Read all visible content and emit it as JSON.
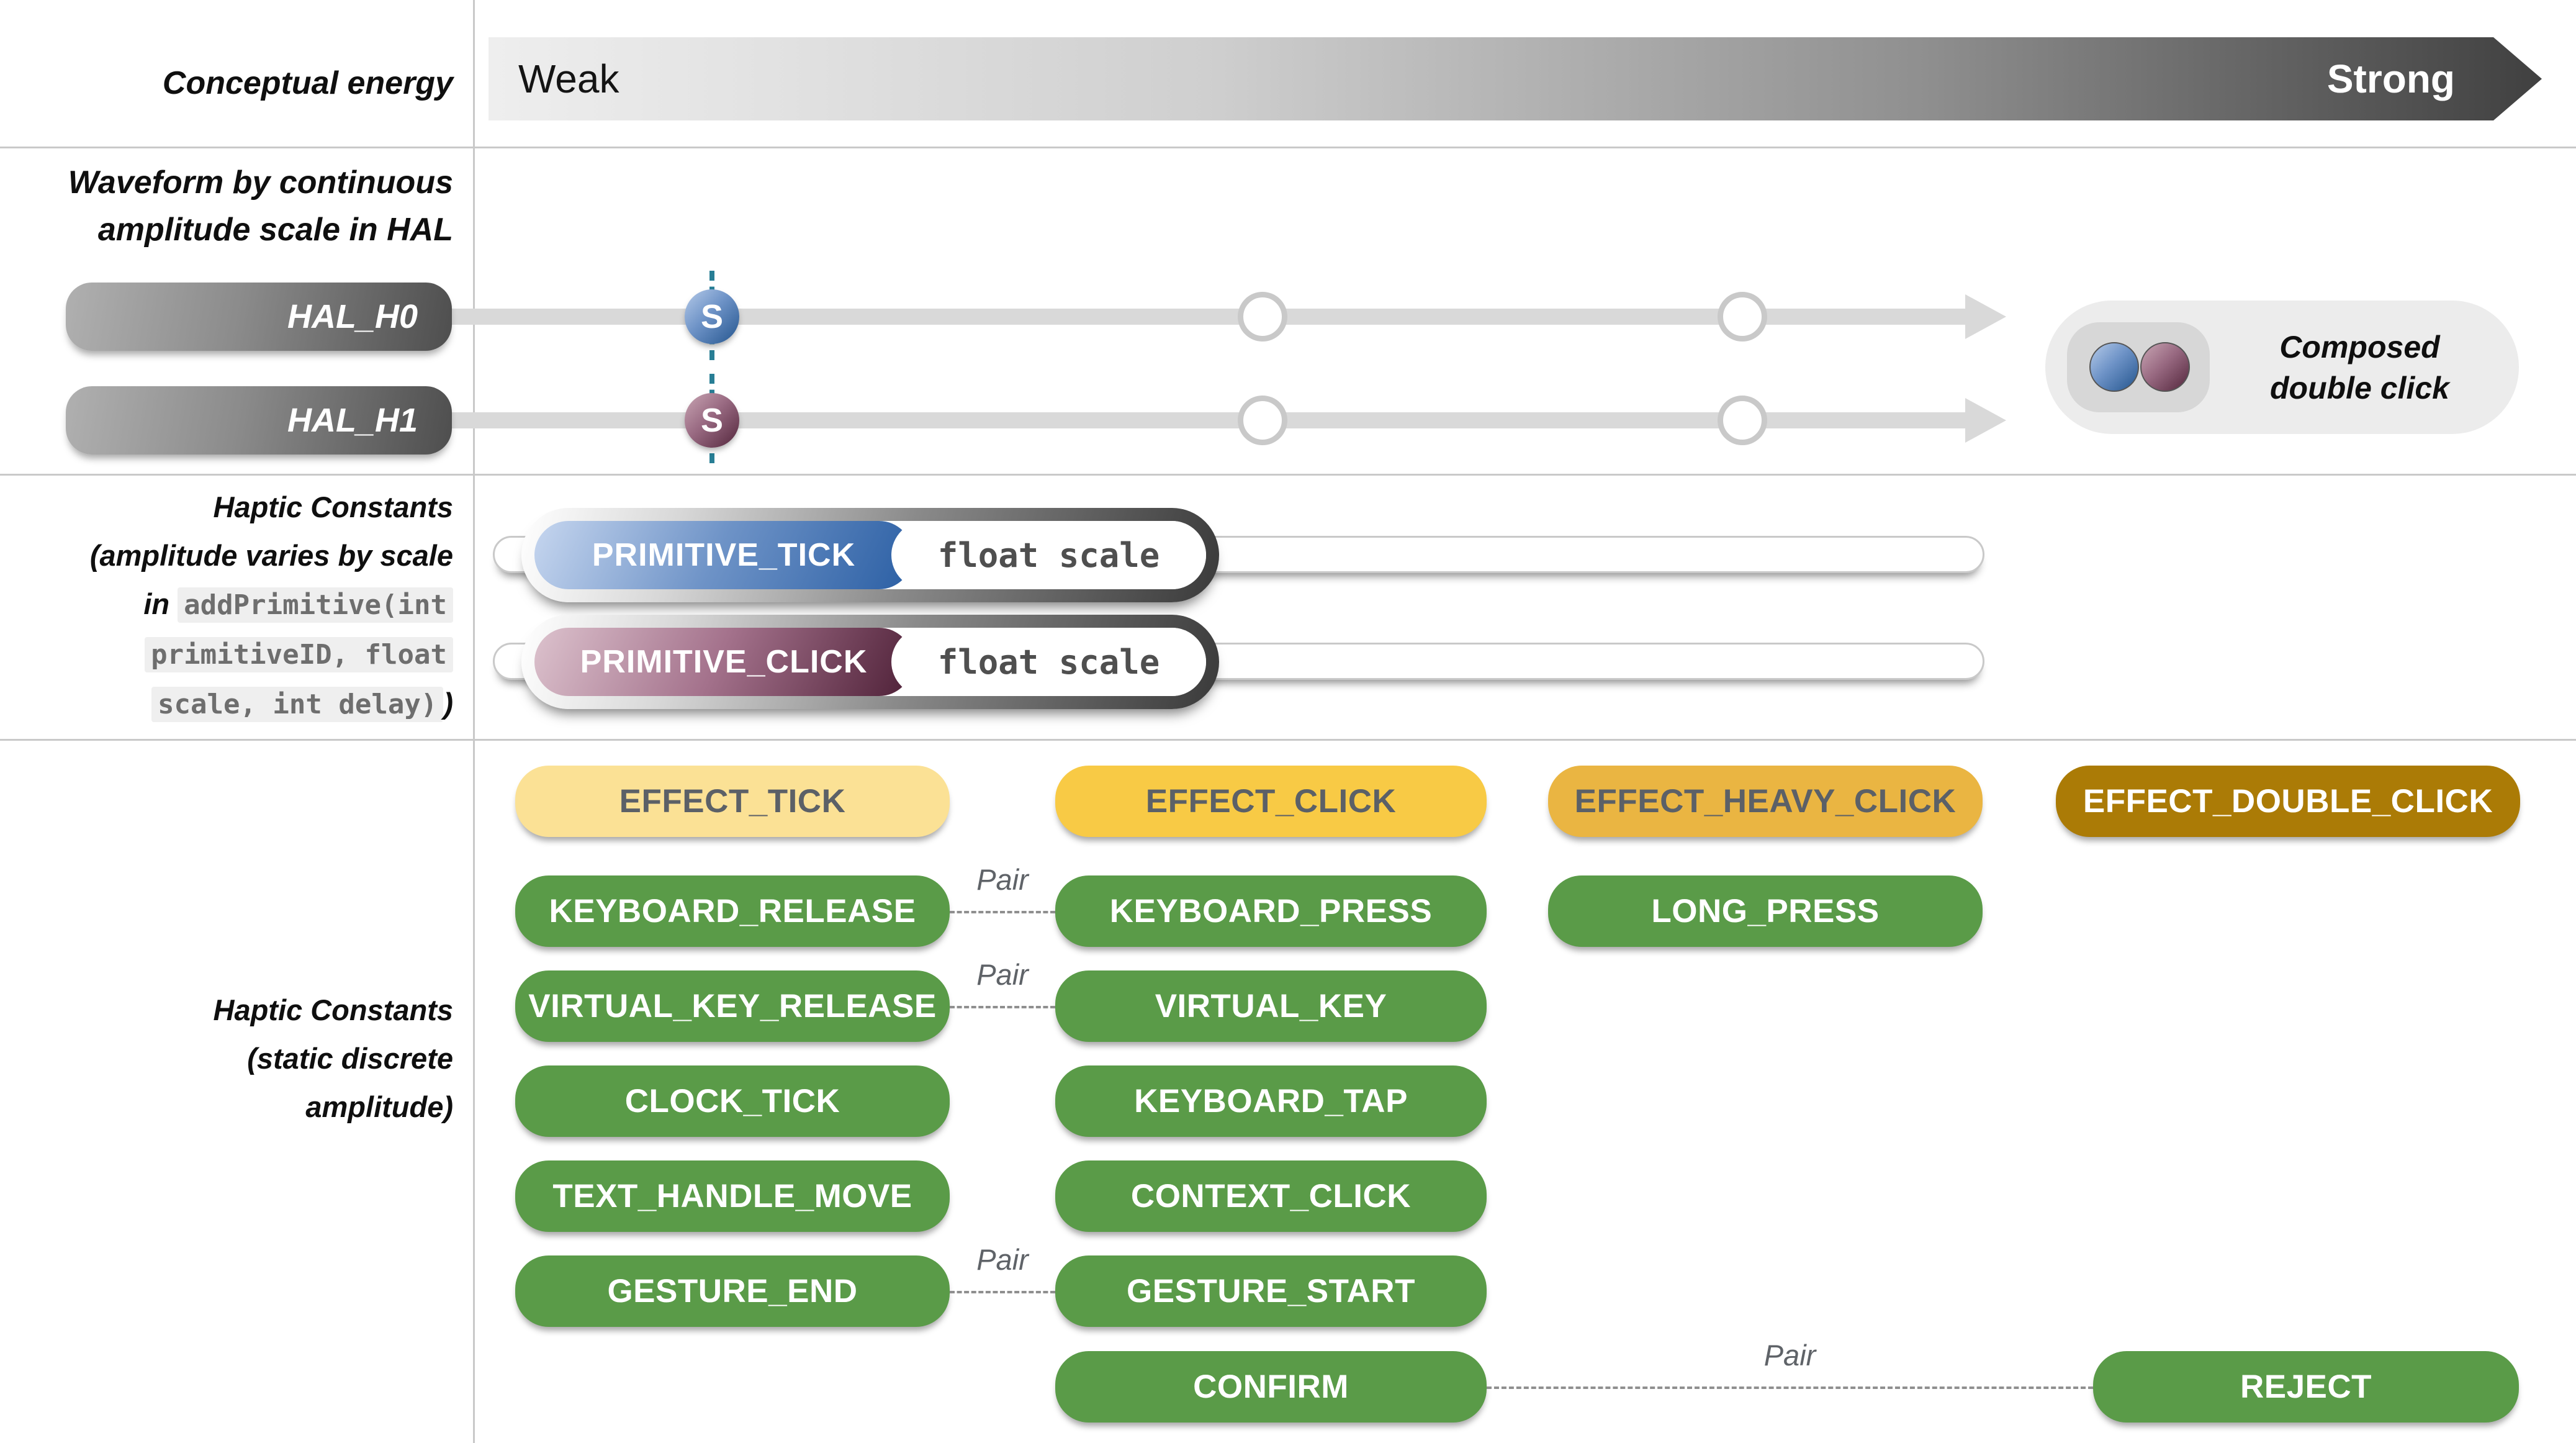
{
  "row_conceptual": {
    "label": "Conceptual energy",
    "weak_label": "Weak",
    "strong_label": "Strong"
  },
  "row_waveform": {
    "label_line1": "Waveform by continuous",
    "label_line2": "amplitude scale in HAL",
    "channels": [
      {
        "name": "HAL_H0",
        "marker": "S"
      },
      {
        "name": "HAL_H1",
        "marker": "S"
      }
    ],
    "composed": {
      "label_line1": "Composed",
      "label_line2": "double click"
    }
  },
  "row_primitives": {
    "label_line1": "Haptic Constants",
    "label_line2": "(amplitude varies by scale",
    "label_line3_prefix": "in",
    "code_line1": "addPrimitive(int",
    "code_line2": "primitiveID, float",
    "code_line3": "scale, int delay)",
    "label_close_paren": ")",
    "sliders": [
      {
        "name": "PRIMITIVE_TICK",
        "param": "float scale",
        "style": "blue"
      },
      {
        "name": "PRIMITIVE_CLICK",
        "param": "float scale",
        "style": "mauve"
      }
    ]
  },
  "row_constants": {
    "label_line1": "Haptic Constants",
    "label_line2": "(static discrete",
    "label_line3": "amplitude)",
    "pair_label": "Pair",
    "buttons": [
      {
        "label": "EFFECT_TICK",
        "col": 1,
        "row": 1,
        "style": "yellow-light"
      },
      {
        "label": "EFFECT_CLICK",
        "col": 2,
        "row": 1,
        "style": "yellow"
      },
      {
        "label": "EFFECT_HEAVY_CLICK",
        "col": 3,
        "row": 1,
        "style": "amber"
      },
      {
        "label": "EFFECT_DOUBLE_CLICK",
        "col": 4,
        "row": 1,
        "style": "gold-dark"
      },
      {
        "label": "KEYBOARD_RELEASE",
        "col": 1,
        "row": 2,
        "style": "green"
      },
      {
        "label": "KEYBOARD_PRESS",
        "col": 2,
        "row": 2,
        "style": "green"
      },
      {
        "label": "LONG_PRESS",
        "col": 3,
        "row": 2,
        "style": "green"
      },
      {
        "label": "VIRTUAL_KEY_RELEASE",
        "col": 1,
        "row": 3,
        "style": "green"
      },
      {
        "label": "VIRTUAL_KEY",
        "col": 2,
        "row": 3,
        "style": "green"
      },
      {
        "label": "CLOCK_TICK",
        "col": 1,
        "row": 4,
        "style": "green"
      },
      {
        "label": "KEYBOARD_TAP",
        "col": 2,
        "row": 4,
        "style": "green"
      },
      {
        "label": "TEXT_HANDLE_MOVE",
        "col": 1,
        "row": 5,
        "style": "green"
      },
      {
        "label": "CONTEXT_CLICK",
        "col": 2,
        "row": 5,
        "style": "green"
      },
      {
        "label": "GESTURE_END",
        "col": 1,
        "row": 6,
        "style": "green"
      },
      {
        "label": "GESTURE_START",
        "col": 2,
        "row": 6,
        "style": "green"
      },
      {
        "label": "CONFIRM",
        "col": 2,
        "row": 7,
        "style": "green"
      },
      {
        "label": "REJECT",
        "col": 4,
        "row": 7,
        "style": "green"
      }
    ],
    "pairs": [
      {
        "from": "KEYBOARD_RELEASE",
        "to": "KEYBOARD_PRESS",
        "row": 2,
        "cols": [
          1,
          2
        ]
      },
      {
        "from": "VIRTUAL_KEY_RELEASE",
        "to": "VIRTUAL_KEY",
        "row": 3,
        "cols": [
          1,
          2
        ]
      },
      {
        "from": "GESTURE_END",
        "to": "GESTURE_START",
        "row": 6,
        "cols": [
          1,
          2
        ]
      },
      {
        "from": "CONFIRM",
        "to": "REJECT",
        "row": 7,
        "cols": [
          2,
          4
        ]
      }
    ]
  },
  "colors": {
    "green": "#5a9b48",
    "yellow_light": "#fbe195",
    "yellow": "#f8ca45",
    "amber": "#eab542",
    "gold_dark": "#ab7b06",
    "teal_marker_line": "#287e95",
    "blue_accent": "#2b5fa4",
    "mauve_accent": "#4e2037",
    "track_gray": "#d9d9d9"
  }
}
